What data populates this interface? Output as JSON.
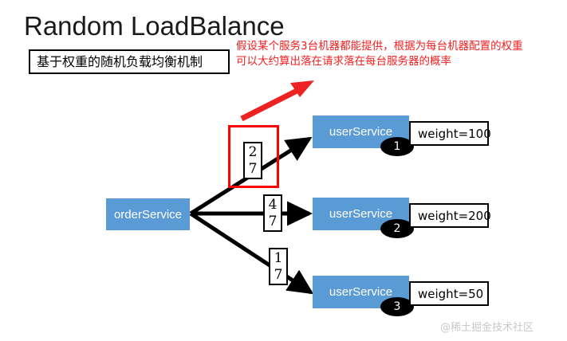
{
  "title": "Random LoadBalance",
  "subtitle": "基于权重的随机负载均衡机制",
  "annotation": "假设某个服务3台机器都能提供，根据为每台机器配置的权重可以大约算出落在请求落在每台服务器的概率",
  "watermark": "@稀土掘金技术社区",
  "colors": {
    "node_blue": "#5b9bd5",
    "highlight_red": "#ff0000",
    "annotation_red": "#f02020",
    "badge_black": "#000000",
    "arrow_black": "#000000",
    "watermark_gray": "#c8c8c8"
  },
  "source_node": {
    "label": "orderService"
  },
  "targets": [
    {
      "label": "userService",
      "badge": "1",
      "weight_label": "weight=100",
      "probability_numerator": "2",
      "probability_denominator": "7",
      "highlighted": true
    },
    {
      "label": "userService",
      "badge": "2",
      "weight_label": "weight=200",
      "probability_numerator": "4",
      "probability_denominator": "7",
      "highlighted": false
    },
    {
      "label": "userService",
      "badge": "3",
      "weight_label": "weight=50",
      "probability_numerator": "1",
      "probability_denominator": "7",
      "highlighted": false
    }
  ]
}
